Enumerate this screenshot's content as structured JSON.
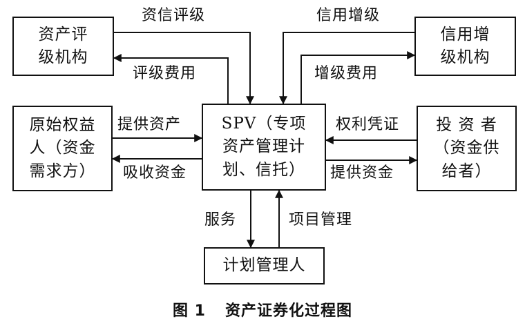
{
  "nodes": {
    "rating_agency": "资产评\n级机构",
    "credit_enhancer": "信用增\n级机构",
    "originator": "原始权益\n人（资金\n需求方）",
    "spv": "SPV（专项\n资产管理计\n划、信托）",
    "investors": "投 资 者\n（资金供\n给者）",
    "plan_manager": "计划管理人"
  },
  "edges": {
    "credit_rating": "资信评级",
    "rating_fee": "评级费用",
    "credit_enhancement": "信用增级",
    "enhancement_fee": "增级费用",
    "provide_assets": "提供资产",
    "absorb_funds": "吸收资金",
    "rights_certificate": "权利凭证",
    "provide_funds": "提供资金",
    "service": "服务",
    "project_management": "项目管理"
  },
  "caption": {
    "figure_no": "图 1",
    "title": "资产证券化过程图"
  }
}
